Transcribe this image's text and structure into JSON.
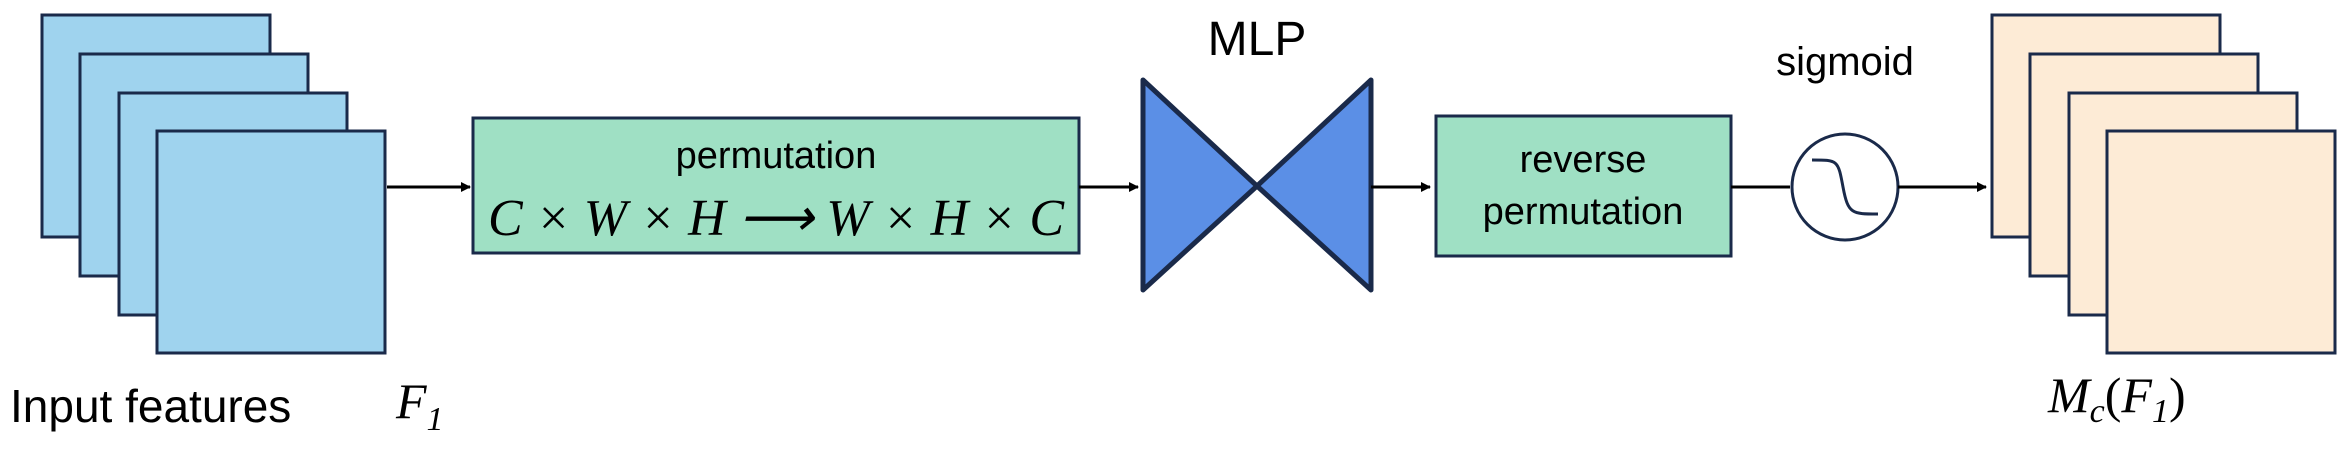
{
  "input": {
    "label": "Input features",
    "symbol_main": "F",
    "symbol_sub": "1"
  },
  "permutation": {
    "label": "permutation",
    "formula": "C × W × H ⟶ W × H × C"
  },
  "mlp": {
    "label": "MLP"
  },
  "reverse_permutation": {
    "line1": "reverse",
    "line2": "permutation"
  },
  "sigmoid": {
    "label": "sigmoid"
  },
  "output": {
    "symbol_m": "M",
    "symbol_m_sub": "c",
    "symbol_open": "(",
    "symbol_f": "F",
    "symbol_f_sub": "1",
    "symbol_close": ")"
  },
  "colors": {
    "input_fill": "#9fd3ee",
    "stroke": "#1a2a4a",
    "permutation_fill": "#9fe0c4",
    "mlp_fill": "#5b8fe6",
    "output_fill": "#fdebd6",
    "line": "#000000"
  }
}
